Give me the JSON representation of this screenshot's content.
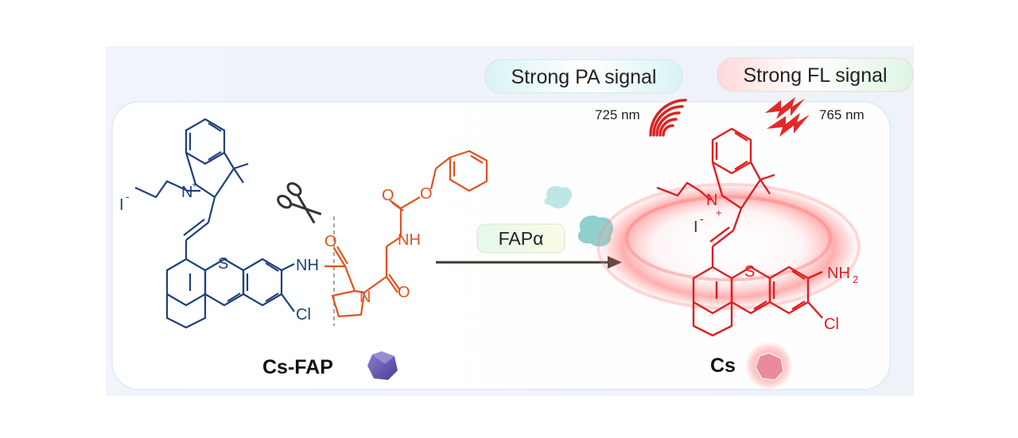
{
  "badges": {
    "pa_signal": "Strong PA signal",
    "fl_signal": "Strong FL signal"
  },
  "wavelengths": {
    "pa": "725 nm",
    "fl": "765 nm"
  },
  "enzyme": "FAPα",
  "compounds": {
    "probe": "Cs-FAP",
    "product": "Cs"
  },
  "atoms": {
    "n_plus": "N",
    "plus": "+",
    "iodide": "I",
    "minus": "-",
    "sulfur": "S",
    "nh": "NH",
    "cl": "Cl",
    "o": "O",
    "n": "N",
    "amine": "NH",
    "sub2": "2"
  },
  "colors": {
    "probe_structure": "#1f3f7a",
    "peptide": "#e2521d",
    "product_structure": "#e01e1e",
    "arrow": "#3d3a2e"
  }
}
